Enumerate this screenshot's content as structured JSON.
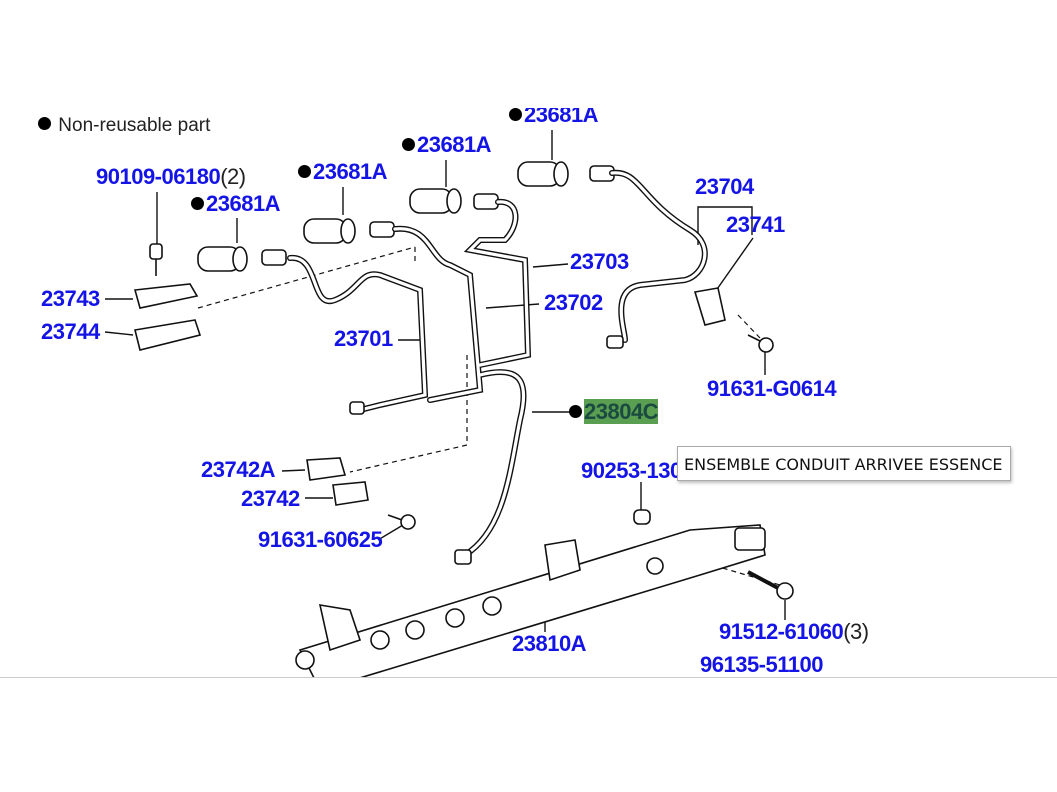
{
  "legend": {
    "text": "Non-reusable part"
  },
  "labels": [
    {
      "id": "90109-06180",
      "qty": "(2)",
      "nonreusable": false
    },
    {
      "id": "23681A",
      "nonreusable": true
    },
    {
      "id": "23681A",
      "nonreusable": true
    },
    {
      "id": "23681A",
      "nonreusable": true
    },
    {
      "id": "23681A",
      "nonreusable": true
    },
    {
      "id": "23704"
    },
    {
      "id": "23741"
    },
    {
      "id": "23703"
    },
    {
      "id": "23702"
    },
    {
      "id": "23701"
    },
    {
      "id": "23743"
    },
    {
      "id": "23744"
    },
    {
      "id": "91631-G0614"
    },
    {
      "id": "23804C",
      "nonreusable": true,
      "highlighted": true
    },
    {
      "id": "90253-130"
    },
    {
      "id": "23742A"
    },
    {
      "id": "23742"
    },
    {
      "id": "91631-60625"
    },
    {
      "id": "91512-61060",
      "qty": "(3)"
    },
    {
      "id": "23810A"
    },
    {
      "id": "96135-51100"
    }
  ],
  "tooltip": {
    "text": "ENSEMBLE CONDUIT ARRIVEE ESSENCE"
  },
  "colors": {
    "label": "#1414e6",
    "highlight_bg": "#5a9e52",
    "highlight_text": "#1b4a40"
  }
}
